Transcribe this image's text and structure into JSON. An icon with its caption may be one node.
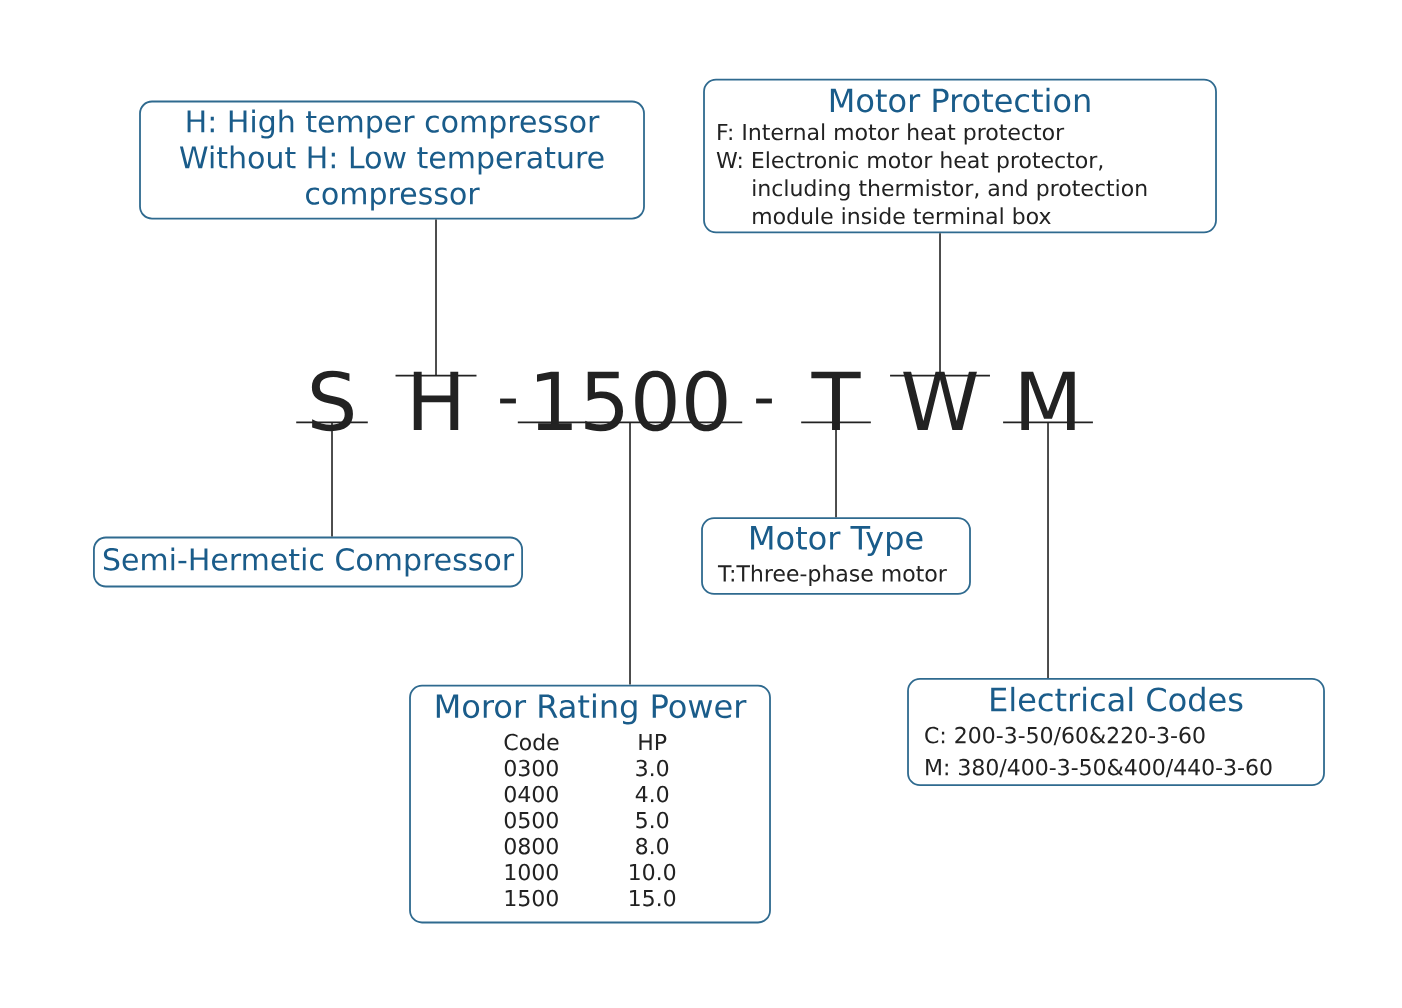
{
  "diagram": {
    "nodes": [
      {
        "text": [
          "H: High temper compressor",
          "Without H: Low temperature compressor"
        ]
      },
      {
        "text": [
          "Motor Protection",
          "F: Internal motor heat protector",
          "W: Electronic motor heat protector, including thermistor, and protection module inside terminal box"
        ]
      },
      {
        "text": [
          "S"
        ]
      },
      {
        "text": [
          "H"
        ]
      },
      {
        "text": [
          "1500"
        ]
      },
      {
        "text": [
          "T"
        ]
      },
      {
        "text": [
          "W"
        ]
      },
      {
        "text": [
          "M"
        ]
      },
      {
        "text": [
          "Semi-Hermetic Compressor"
        ]
      },
      {
        "text": [
          "Motor Type",
          "T:Three-phase motor"
        ]
      },
      {
        "text": [
          "Moror Rating Power",
          "Code",
          "HP",
          "0300",
          "3.0",
          "0400",
          "4.0",
          "0500",
          "5.0",
          "0800",
          "8.0",
          "1000",
          "10.0",
          "1500",
          "15.0"
        ]
      },
      {
        "text": [
          "Electrical Codes",
          "C:  200-3-50/60&220-3-60",
          "M:  380/400-3-50&400/440-3-60"
        ]
      }
    ],
    "edges": [
      {
        "from": 0,
        "to": 3,
        "arrow": "none"
      },
      {
        "from": 1,
        "to": 6,
        "arrow": "none"
      },
      {
        "from": 2,
        "to": 8,
        "arrow": "none"
      },
      {
        "from": 4,
        "to": 10,
        "arrow": "none"
      },
      {
        "from": 5,
        "to": 9,
        "arrow": "none"
      },
      {
        "from": 7,
        "to": 11,
        "arrow": "none"
      }
    ],
    "labels": [
      "-",
      "-"
    ]
  }
}
